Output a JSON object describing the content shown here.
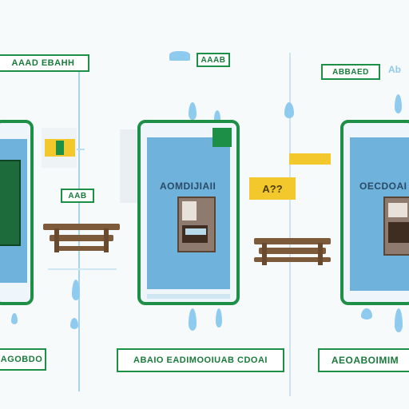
{
  "labels": {
    "top_left": "AAAD EBAHH",
    "top_center": "AAAB",
    "top_right": "ABBAED",
    "small_left": "AAB",
    "screen_center": "AOMDIJIAII",
    "screen_right": "OECDOAI",
    "yellow_tag": "A??",
    "bottom_left": "AGOBDO",
    "bottom_center": "ABAIO EADIMOOIUAB CDOAI",
    "bottom_right": "AEOABOIMIM"
  },
  "colors": {
    "green": "#1e8f46",
    "blue_screen": "#6fb2dc",
    "wood": "#7d5a3a",
    "yellow": "#f3c82c"
  }
}
